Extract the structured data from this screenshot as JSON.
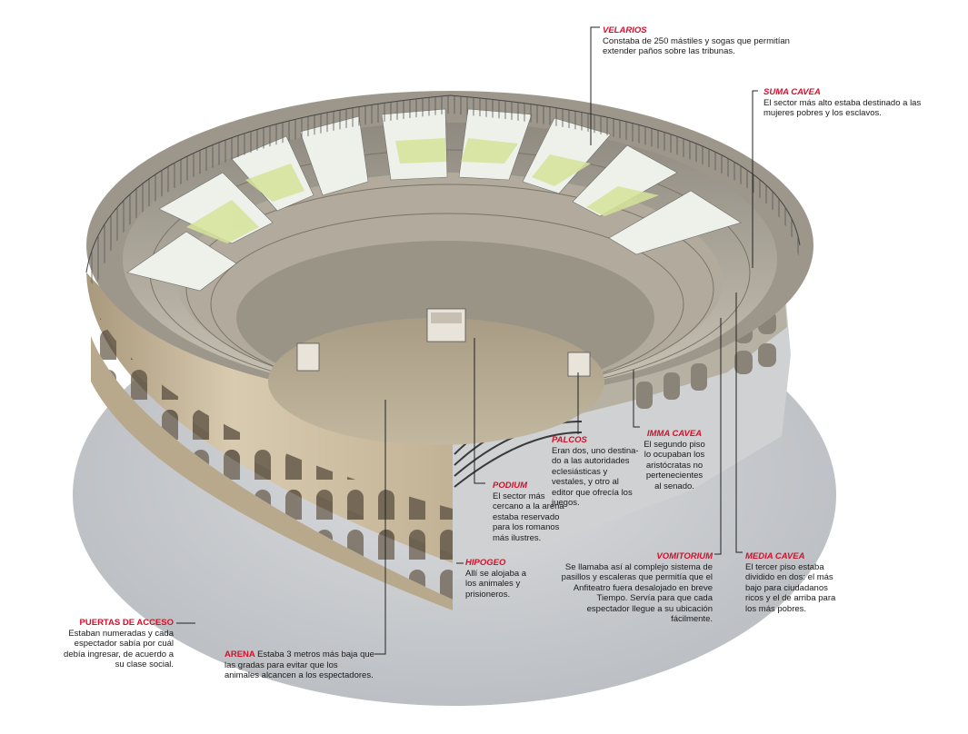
{
  "colors": {
    "accent": "#d0122c",
    "text": "#1a1a1a",
    "leader": "#222222",
    "stone": "#cdbfa4",
    "arena": "#b3a78f",
    "ground": "#c9cbce",
    "awning": "#d6e49a"
  },
  "labels": {
    "velarios": {
      "title": "VELARIOS",
      "text": "Constaba de 250 mástiles y sogas que permitían extender paños sobre las tribunas."
    },
    "suma_cavea": {
      "title": "SUMA CAVEA",
      "text": "El sector más alto estaba destinado a las mujeres pobres y los esclavos."
    },
    "palcos": {
      "title": "PALCOS",
      "text": "Eran dos, uno destina-do a las autoridades eclesiásticas y vestales, y otro al editor que ofrecía los juegos."
    },
    "imma_cavea": {
      "title": "IMMA CAVEA",
      "text": "El segundo piso lo ocupaban los aristócratas no pertenecientes al senado."
    },
    "podium": {
      "title": "PODIUM",
      "text": "El sector más cercano a la arena estaba reservado para los romanos más ilustres."
    },
    "hipogeo": {
      "title": "HIPOGEO",
      "text": "Allí se alojaba a los animales y prisioneros."
    },
    "vomitorium": {
      "title": "VOMITORIUM",
      "text": "Se llamaba así al complejo sistema de pasillos y escaleras que permitía que el Anfiteatro fuera desalojado en breve Tiempo. Servía para que cada espectador llegue a su ubicación fácilmente."
    },
    "media_cavea": {
      "title": "MEDIA CAVEA",
      "text": "El tercer piso estaba dividido en dos: el más bajo para ciudadanos ricos y el de arriba para los más pobres."
    },
    "puertas": {
      "title": "PUERTAS DE ACCESO",
      "text": "Estaban numeradas y cada espectador sabía por cuál debía ingresar, de acuerdo a su clase social."
    },
    "arena": {
      "title": "ARENA",
      "text": "Estaba 3 metros más baja que las gradas para evitar que los animales alcancen a los espectadores."
    }
  }
}
